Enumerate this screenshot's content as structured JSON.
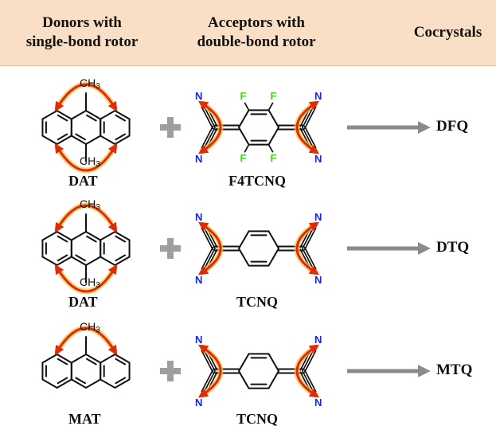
{
  "header": {
    "donors_line1": "Donors with",
    "donors_line2": "single-bond rotor",
    "acceptors_line1": "Acceptors with",
    "acceptors_line2": "double-bond rotor",
    "cocrystals": "Cocrystals"
  },
  "rows": [
    {
      "donor": "DAT",
      "acceptor": "F4TCNQ",
      "product": "DFQ",
      "donor_substituent": "CH",
      "donor_substituent_sub": "3",
      "plus": "+"
    },
    {
      "donor": "DAT",
      "acceptor": "TCNQ",
      "product": "DTQ",
      "donor_substituent": "CH",
      "donor_substituent_sub": "3",
      "plus": "+"
    },
    {
      "donor": "MAT",
      "acceptor": "TCNQ",
      "product": "MTQ",
      "donor_substituent": "CH",
      "donor_substituent_sub": "3",
      "plus": "+"
    }
  ],
  "atoms": {
    "nitrogen": "N",
    "fluorine": "F"
  },
  "colors": {
    "header_bg": "#f9dfc6",
    "rotor_arrow": "#e02a0c",
    "rotor_glow": "#f7c24a",
    "nitrogen": "#1528d6",
    "fluorine": "#46d11c",
    "reaction_arrow": "#8a8a8a",
    "plus": "#9e9e9e"
  }
}
